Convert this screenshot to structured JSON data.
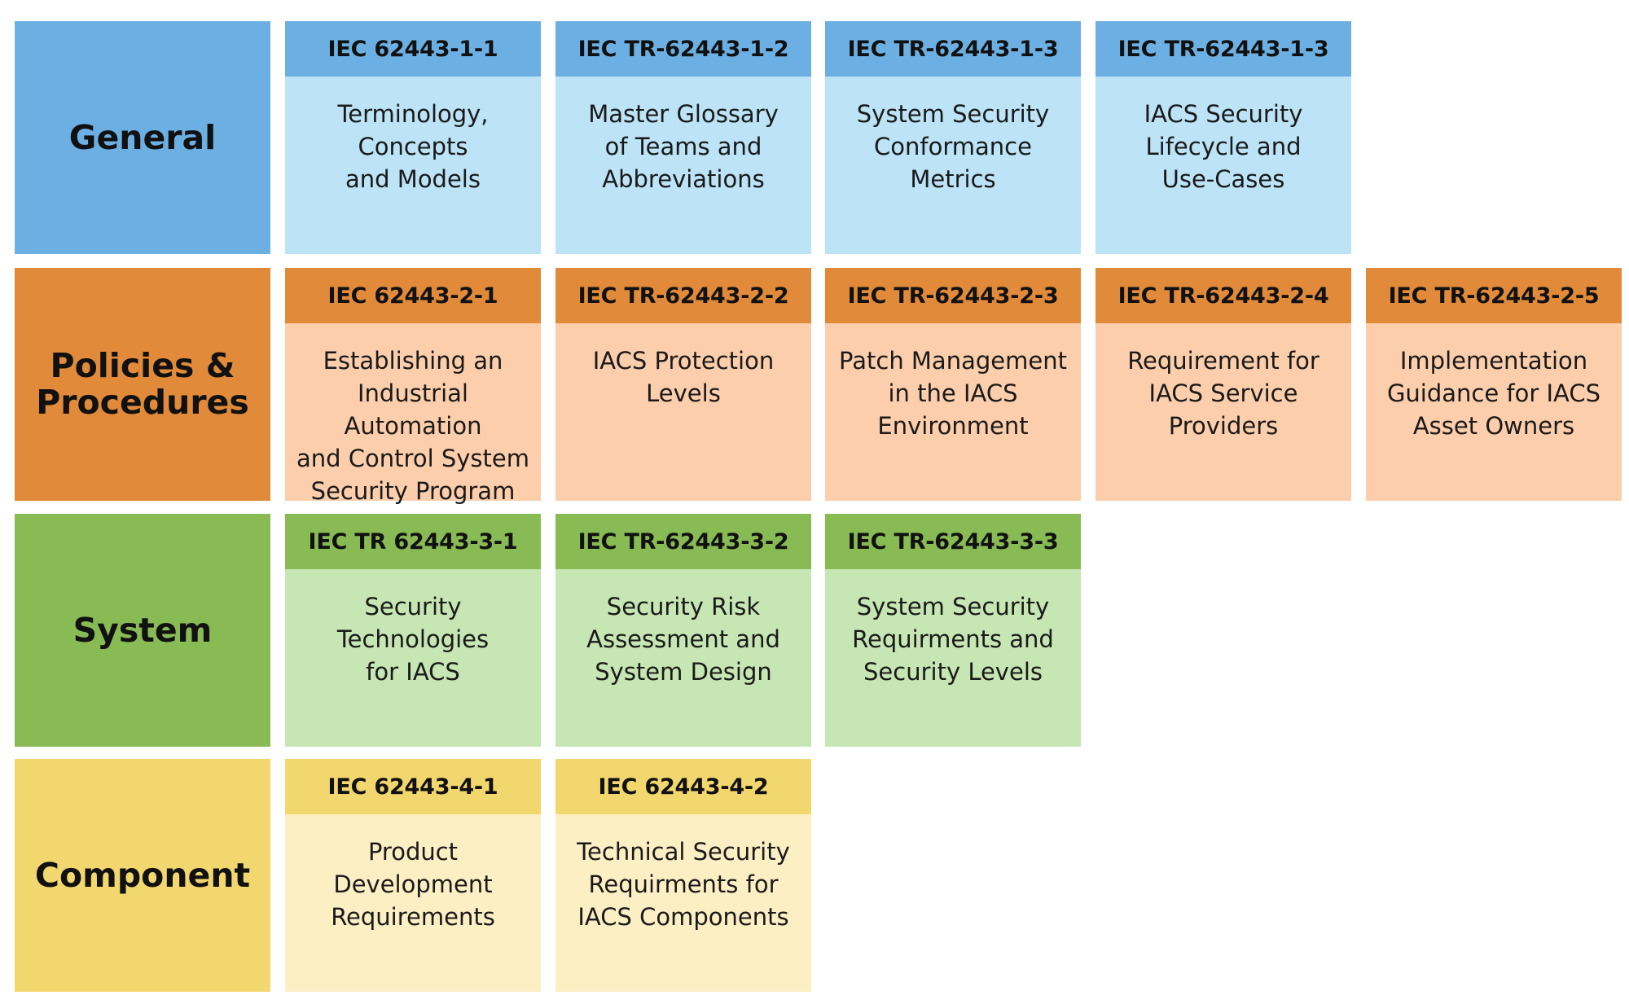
{
  "colors": {
    "general": {
      "label": "#6cb0e3",
      "header": "#6cb0e3",
      "body": "#bce3f6"
    },
    "policies": {
      "label": "#e08a3a",
      "header": "#e08a3a",
      "body": "#fcceab"
    },
    "system": {
      "label": "#88bb54",
      "header": "#88bb54",
      "body": "#c6e6b4"
    },
    "component": {
      "label": "#f2d76e",
      "header": "#f2d76e",
      "body": "#fdefc4"
    }
  },
  "rows": [
    {
      "key": "general",
      "label": "General",
      "cards": [
        {
          "code": "IEC 62443-1-1",
          "title": "Terminology,\nConcepts\nand Models"
        },
        {
          "code": "IEC TR-62443-1-2",
          "title": "Master Glossary\nof Teams and\nAbbreviations"
        },
        {
          "code": "IEC TR-62443-1-3",
          "title": "System Security\nConformance\nMetrics"
        },
        {
          "code": "IEC TR-62443-1-3",
          "title": "IACS Security\nLifecycle and\nUse-Cases"
        }
      ]
    },
    {
      "key": "policies",
      "label": "Policies &\nProcedures",
      "cards": [
        {
          "code": "IEC 62443-2-1",
          "title": "Establishing an\nIndustrial Automation\nand Control System\nSecurity Program"
        },
        {
          "code": "IEC TR-62443-2-2",
          "title": "IACS Protection\nLevels"
        },
        {
          "code": "IEC TR-62443-2-3",
          "title": "Patch Management\nin the IACS\nEnvironment"
        },
        {
          "code": "IEC TR-62443-2-4",
          "title": "Requirement for\nIACS Service\nProviders"
        },
        {
          "code": "IEC TR-62443-2-5",
          "title": "Implementation\nGuidance for IACS\nAsset Owners"
        }
      ]
    },
    {
      "key": "system",
      "label": "System",
      "cards": [
        {
          "code": "IEC TR 62443-3-1",
          "title": "Security\nTechnologies\nfor IACS"
        },
        {
          "code": "IEC TR-62443-3-2",
          "title": "Security Risk\nAssessment and\nSystem Design"
        },
        {
          "code": "IEC TR-62443-3-3",
          "title": "System Security\nRequirments and\nSecurity Levels"
        }
      ]
    },
    {
      "key": "component",
      "label": "Component",
      "cards": [
        {
          "code": "IEC 62443-4-1",
          "title": "Product\nDevelopment\nRequirements"
        },
        {
          "code": "IEC 62443-4-2",
          "title": "Technical Security\nRequirments for\nIACS Components"
        }
      ]
    }
  ]
}
